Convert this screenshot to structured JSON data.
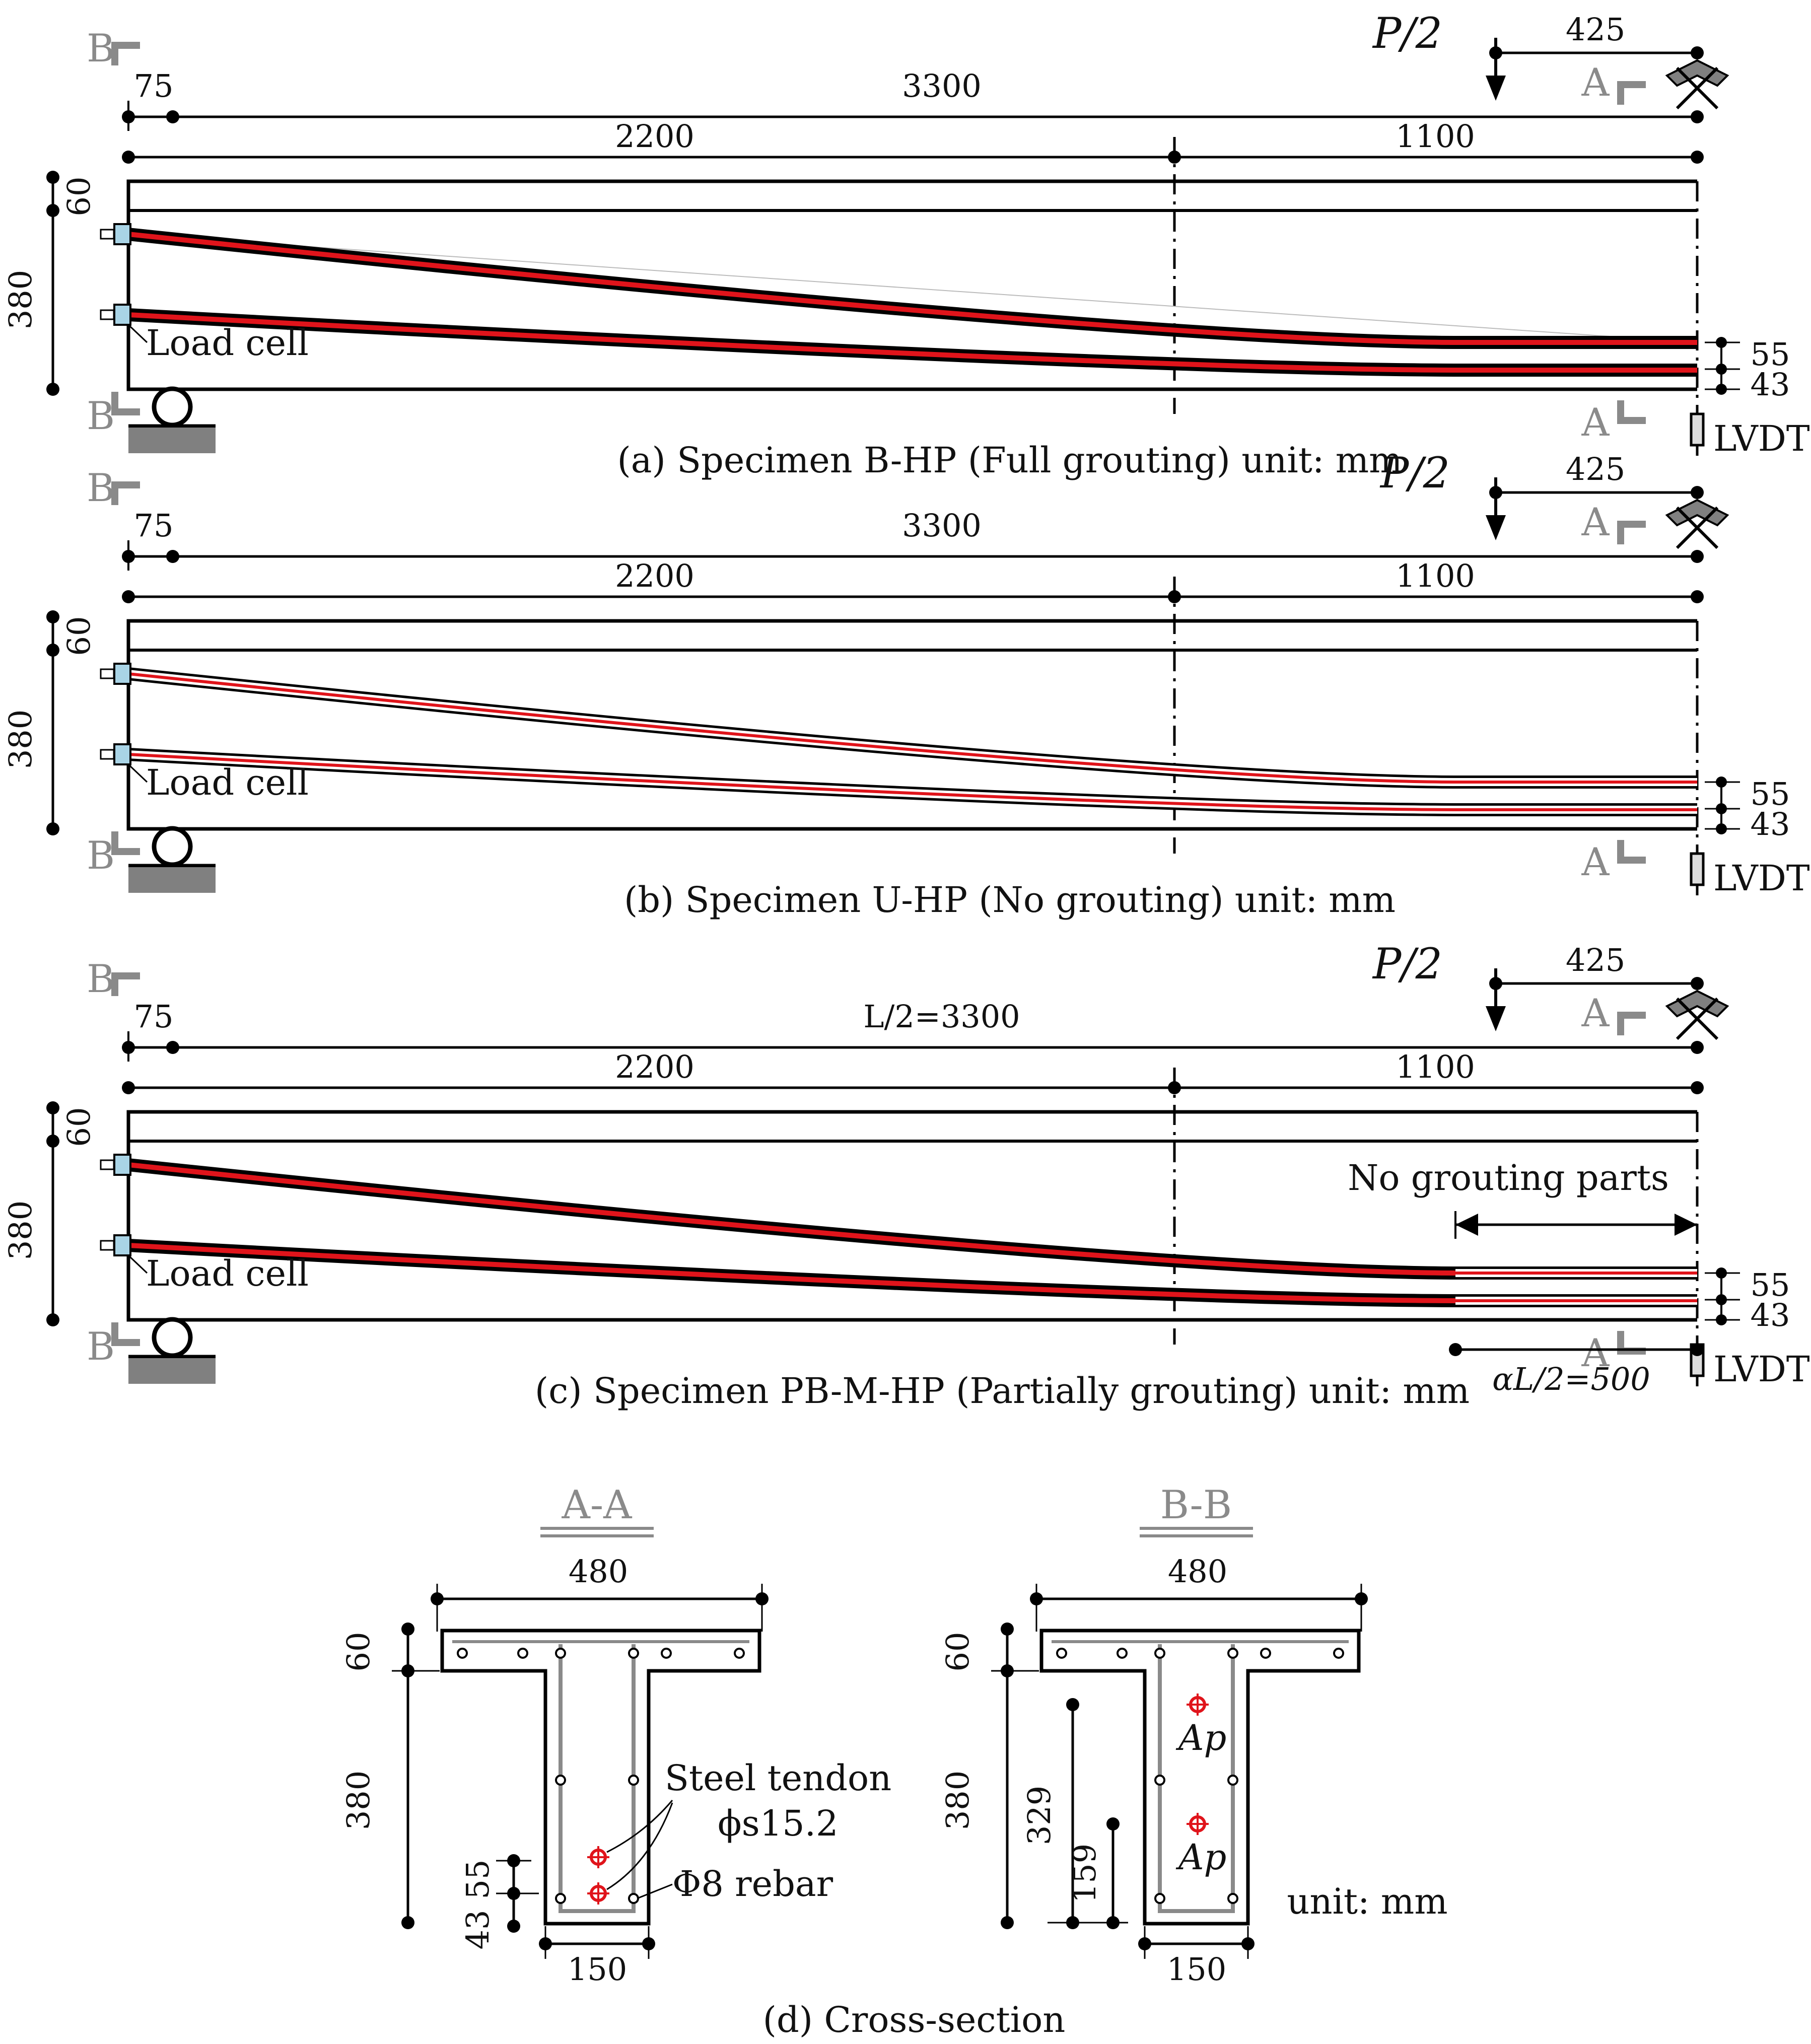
{
  "panels": [
    {
      "id": "a",
      "caption": "(a) Specimen B-HP (Full grouting)  unit: mm",
      "load_label": "P/2",
      "dim_load": "425",
      "dim_75": "75",
      "dim_total": "3300",
      "dim_2200": "2200",
      "dim_1100": "1100",
      "dim_60": "60",
      "dim_380": "380",
      "dim_55": "55",
      "dim_43": "43",
      "load_cell": "Load cell",
      "lvdt": "LVDT",
      "sec_a": "A",
      "sec_b": "B",
      "grouting": "full"
    },
    {
      "id": "b",
      "caption": "(b) Specimen U-HP (No grouting)  unit: mm",
      "load_label": "P/2",
      "dim_load": "425",
      "dim_75": "75",
      "dim_total": "3300",
      "dim_2200": "2200",
      "dim_1100": "1100",
      "dim_60": "60",
      "dim_380": "380",
      "dim_55": "55",
      "dim_43": "43",
      "load_cell": "Load cell",
      "lvdt": "LVDT",
      "sec_a": "A",
      "sec_b": "B",
      "grouting": "none"
    },
    {
      "id": "c",
      "caption": "(c) Specimen PB-M-HP (Partially grouting)  unit: mm",
      "load_label": "P/2",
      "dim_load": "425",
      "dim_75": "75",
      "dim_total": "L/2=3300",
      "dim_2200": "2200",
      "dim_1100": "1100",
      "dim_60": "60",
      "dim_380": "380",
      "dim_55": "55",
      "dim_43": "43",
      "load_cell": "Load cell",
      "lvdt": "LVDT",
      "sec_a": "A",
      "sec_b": "B",
      "grouting": "partial",
      "no_grouting_label": "No grouting parts",
      "alpha_label": "αL/2=500"
    }
  ],
  "cross_section": {
    "caption": "(d) Cross-section",
    "unit_label": "unit: mm",
    "aa": {
      "title": "A-A",
      "dim_480": "480",
      "dim_60": "60",
      "dim_380": "380",
      "dim_150": "150",
      "dim_55": "55",
      "dim_43": "43",
      "tendon_label_1": "Steel tendon",
      "tendon_label_2": "ϕs15.2",
      "rebar_label": "Φ8 rebar"
    },
    "bb": {
      "title": "B-B",
      "dim_480": "480",
      "dim_60": "60",
      "dim_380": "380",
      "dim_150": "150",
      "dim_329": "329",
      "dim_159": "159",
      "ap_1": "Ap",
      "ap_2": "Ap"
    }
  },
  "colors": {
    "tendon": "#e0141b",
    "section_mark": "#8a8a8a",
    "load_cell": "#a9d4e6",
    "support": "#808080"
  }
}
